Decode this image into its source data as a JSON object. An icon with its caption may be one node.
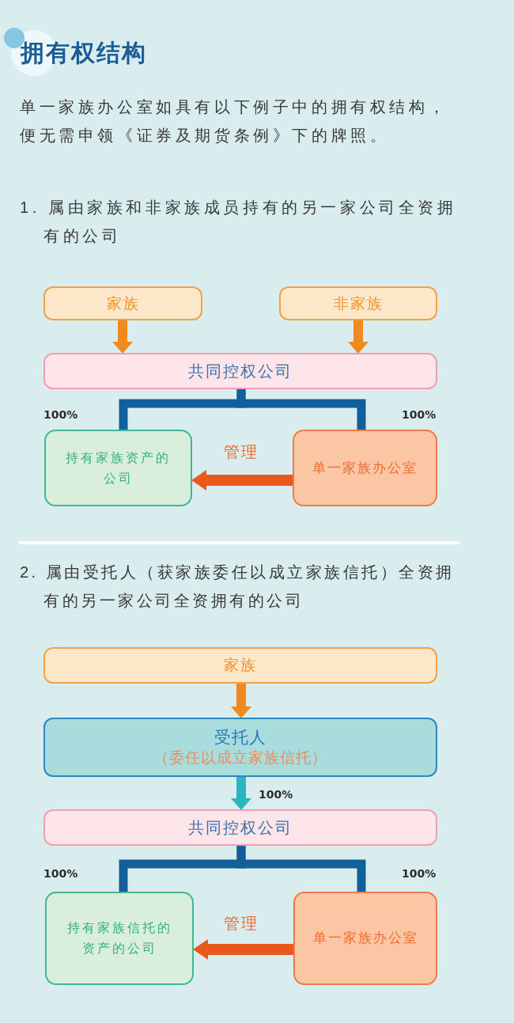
{
  "diagram": {
    "title": "拥有权结构",
    "nodes": [
      {
        "text": [
          "家族"
        ]
      },
      {
        "text": [
          "非家族"
        ]
      },
      {
        "text": [
          "共同控权公司"
        ]
      },
      {
        "text": [
          "持有家族资产的公司"
        ]
      },
      {
        "text": [
          "单一家族办公室"
        ]
      },
      {
        "text": [
          "家族"
        ]
      },
      {
        "text": [
          "受托人",
          "（委任以成立家族信托）"
        ]
      },
      {
        "text": [
          "共同控权公司"
        ]
      },
      {
        "text": [
          "持有家族信托的资产的公司"
        ]
      },
      {
        "text": [
          "单一家族办公室"
        ]
      }
    ],
    "edges": [
      {
        "from": 0,
        "to": 2,
        "arrow": "to",
        "color": "#f0891e"
      },
      {
        "from": 1,
        "to": 2,
        "arrow": "to",
        "color": "#f0891e"
      },
      {
        "from": 2,
        "to": 3,
        "arrow": "none",
        "label": "100%",
        "color": "#135f9a"
      },
      {
        "from": 2,
        "to": 4,
        "arrow": "none",
        "label": "100%",
        "color": "#135f9a"
      },
      {
        "from": 4,
        "to": 3,
        "arrow": "to",
        "label": "管理",
        "color": "#e9591c"
      },
      {
        "from": 5,
        "to": 6,
        "arrow": "to",
        "color": "#f0891e"
      },
      {
        "from": 6,
        "to": 7,
        "arrow": "to",
        "label": "100%",
        "color": "#2ab5c1"
      },
      {
        "from": 7,
        "to": 8,
        "arrow": "none",
        "label": "100%",
        "color": "#135f9a"
      },
      {
        "from": 7,
        "to": 9,
        "arrow": "none",
        "label": "100%",
        "color": "#135f9a"
      },
      {
        "from": 9,
        "to": 8,
        "arrow": "to",
        "label": "管理",
        "color": "#e9591c"
      }
    ],
    "labels": [
      "单一家族办公室如具有以下例子中的拥有权结构，便无需申领《证券及期货条例》下的牌照。",
      "1. 属由家族和非家族成员持有的另一家公司全资拥有的公司",
      "2. 属由受托人（获家族委任以成立家族信托）全资拥有的另一家公司全资拥有的公司"
    ]
  }
}
